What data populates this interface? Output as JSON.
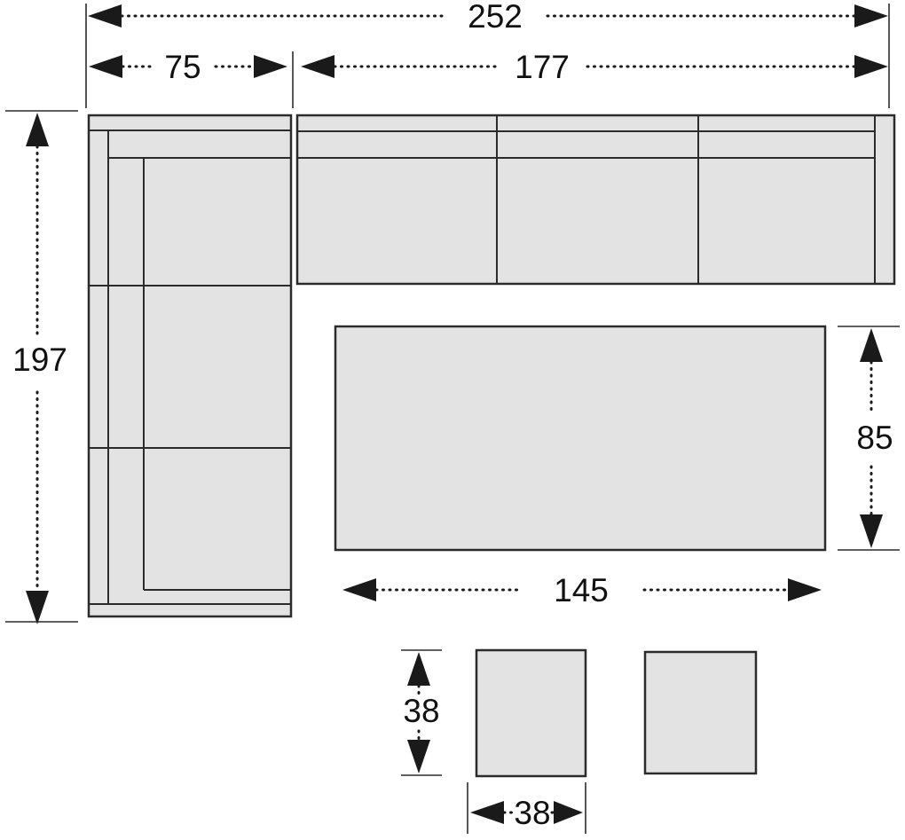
{
  "diagram": {
    "name": "corner-sofa-set-dimension-plan"
  },
  "dimensions": {
    "total_width": "252",
    "left_section_width": "75",
    "right_section_width": "177",
    "sofa_depth": "197",
    "table_depth": "85",
    "table_width": "145",
    "stool_height": "38",
    "stool_width": "38"
  },
  "colors": {
    "cushion_fill": "#e3e3e3",
    "frame_fill": "#9c9c9c",
    "line": "#2b2b2b",
    "dimension": "#1a1a1a"
  }
}
